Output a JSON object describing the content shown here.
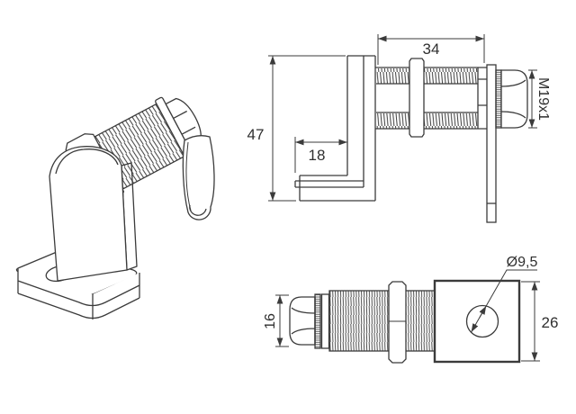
{
  "colors": {
    "background": "#ffffff",
    "line": "#3b3b3b",
    "text": "#2f2f2f"
  },
  "views": {
    "side_view": {
      "dim_barrel_length": "34",
      "dim_bracket_height": "47",
      "dim_flange_depth": "18",
      "dim_thread_spec": "M19x1"
    },
    "front_view": {
      "dim_nut_width": "16",
      "dim_hole_diameter": "Ø9,5",
      "dim_plate_size": "26"
    }
  }
}
